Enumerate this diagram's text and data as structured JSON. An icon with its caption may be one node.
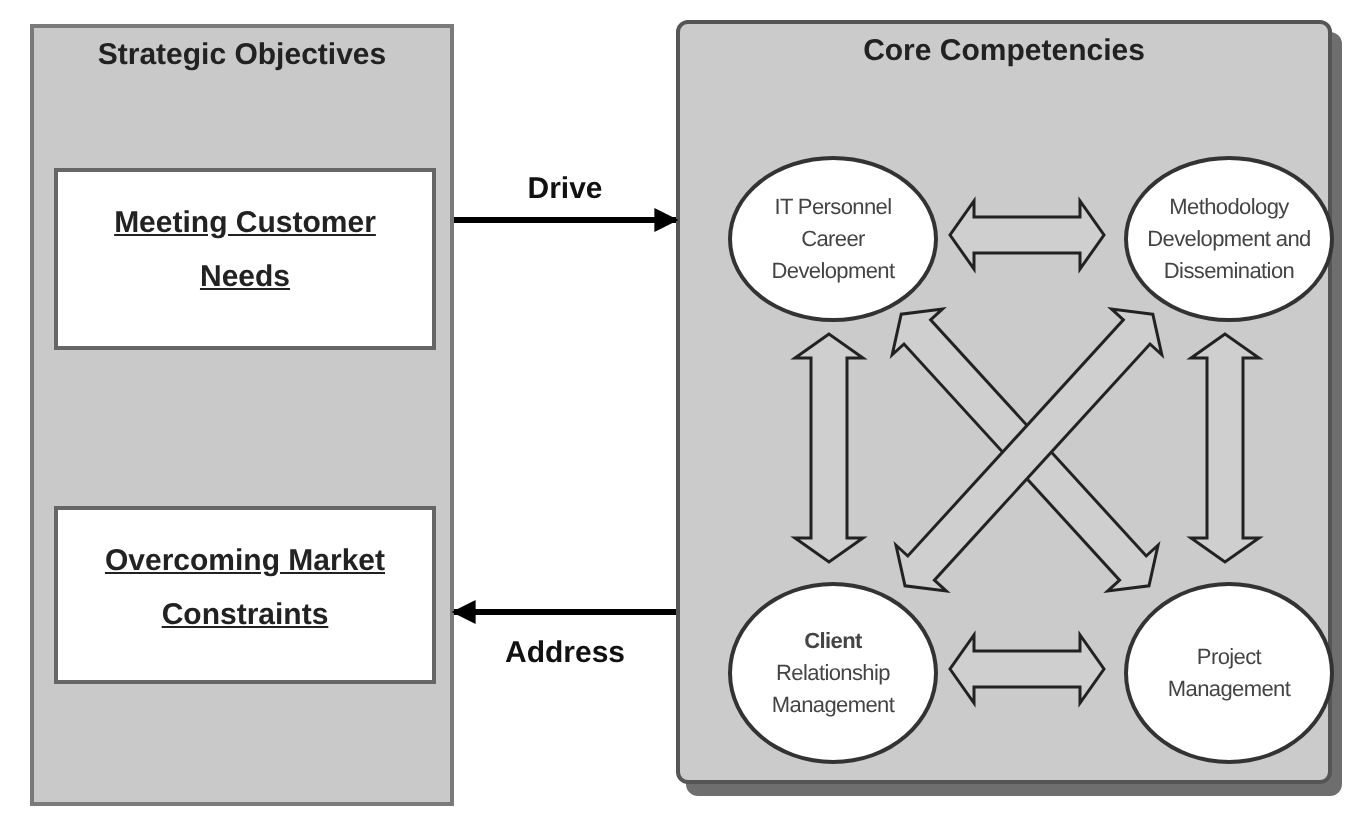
{
  "diagram": {
    "nodes": [
      {
        "text": [
          "Strategic Objectives"
        ]
      },
      {
        "text": [
          "Meeting Customer Needs"
        ],
        "in": 0
      },
      {
        "text": [
          "Overcoming Market Constraints"
        ],
        "in": 0
      },
      {
        "text": [
          "Core Competencies"
        ]
      },
      {
        "text": [
          "IT Personnel Career Development"
        ],
        "in": 3
      },
      {
        "text": [
          "Methodology Development and Dissemination"
        ],
        "in": 3
      },
      {
        "text": [
          "**Client** Relationship Management"
        ],
        "in": 3
      },
      {
        "text": [
          "Project Management"
        ],
        "in": 3
      }
    ],
    "edges": [
      {
        "from": 0,
        "to": 3,
        "arrow": "to",
        "label": "Drive"
      },
      {
        "from": 3,
        "to": 0,
        "arrow": "to",
        "label": "Address"
      },
      {
        "from": 4,
        "to": 5,
        "arrow": "both",
        "style": "thick"
      },
      {
        "from": 4,
        "to": 6,
        "arrow": "both",
        "style": "thick"
      },
      {
        "from": 4,
        "to": 7,
        "arrow": "both",
        "style": "thick"
      },
      {
        "from": 5,
        "to": 6,
        "arrow": "both",
        "style": "thick"
      },
      {
        "from": 5,
        "to": 7,
        "arrow": "both",
        "style": "thick"
      },
      {
        "from": 6,
        "to": 7,
        "arrow": "both",
        "style": "thick"
      }
    ]
  }
}
